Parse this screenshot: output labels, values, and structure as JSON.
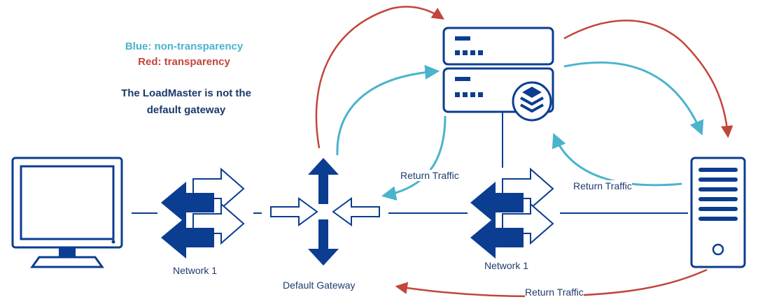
{
  "colors": {
    "navy": "#0b3d91",
    "blue_arrow": "#4ab3cd",
    "red_arrow": "#c2453c",
    "legend_blue": "#4ab3cd",
    "legend_red": "#c2453c",
    "text": "#1f3b6e"
  },
  "legend": {
    "blue": "Blue: non-transparency",
    "red": "Red: transparency"
  },
  "note": {
    "line1": "The LoadMaster is not the",
    "line2": "default gateway"
  },
  "labels": {
    "network1_left": "Network 1",
    "network1_right": "Network 1",
    "default_gateway": "Default Gateway",
    "return_traffic_center": "Return Traffic",
    "return_traffic_right": "Return Traffic",
    "return_traffic_bottom": "Return Traffic"
  },
  "icons": {
    "client": "desktop-monitor-icon",
    "switch": "network-switch-icon",
    "router": "router-icon",
    "loadmaster": "loadmaster-appliance-icon",
    "server": "server-tower-icon"
  }
}
